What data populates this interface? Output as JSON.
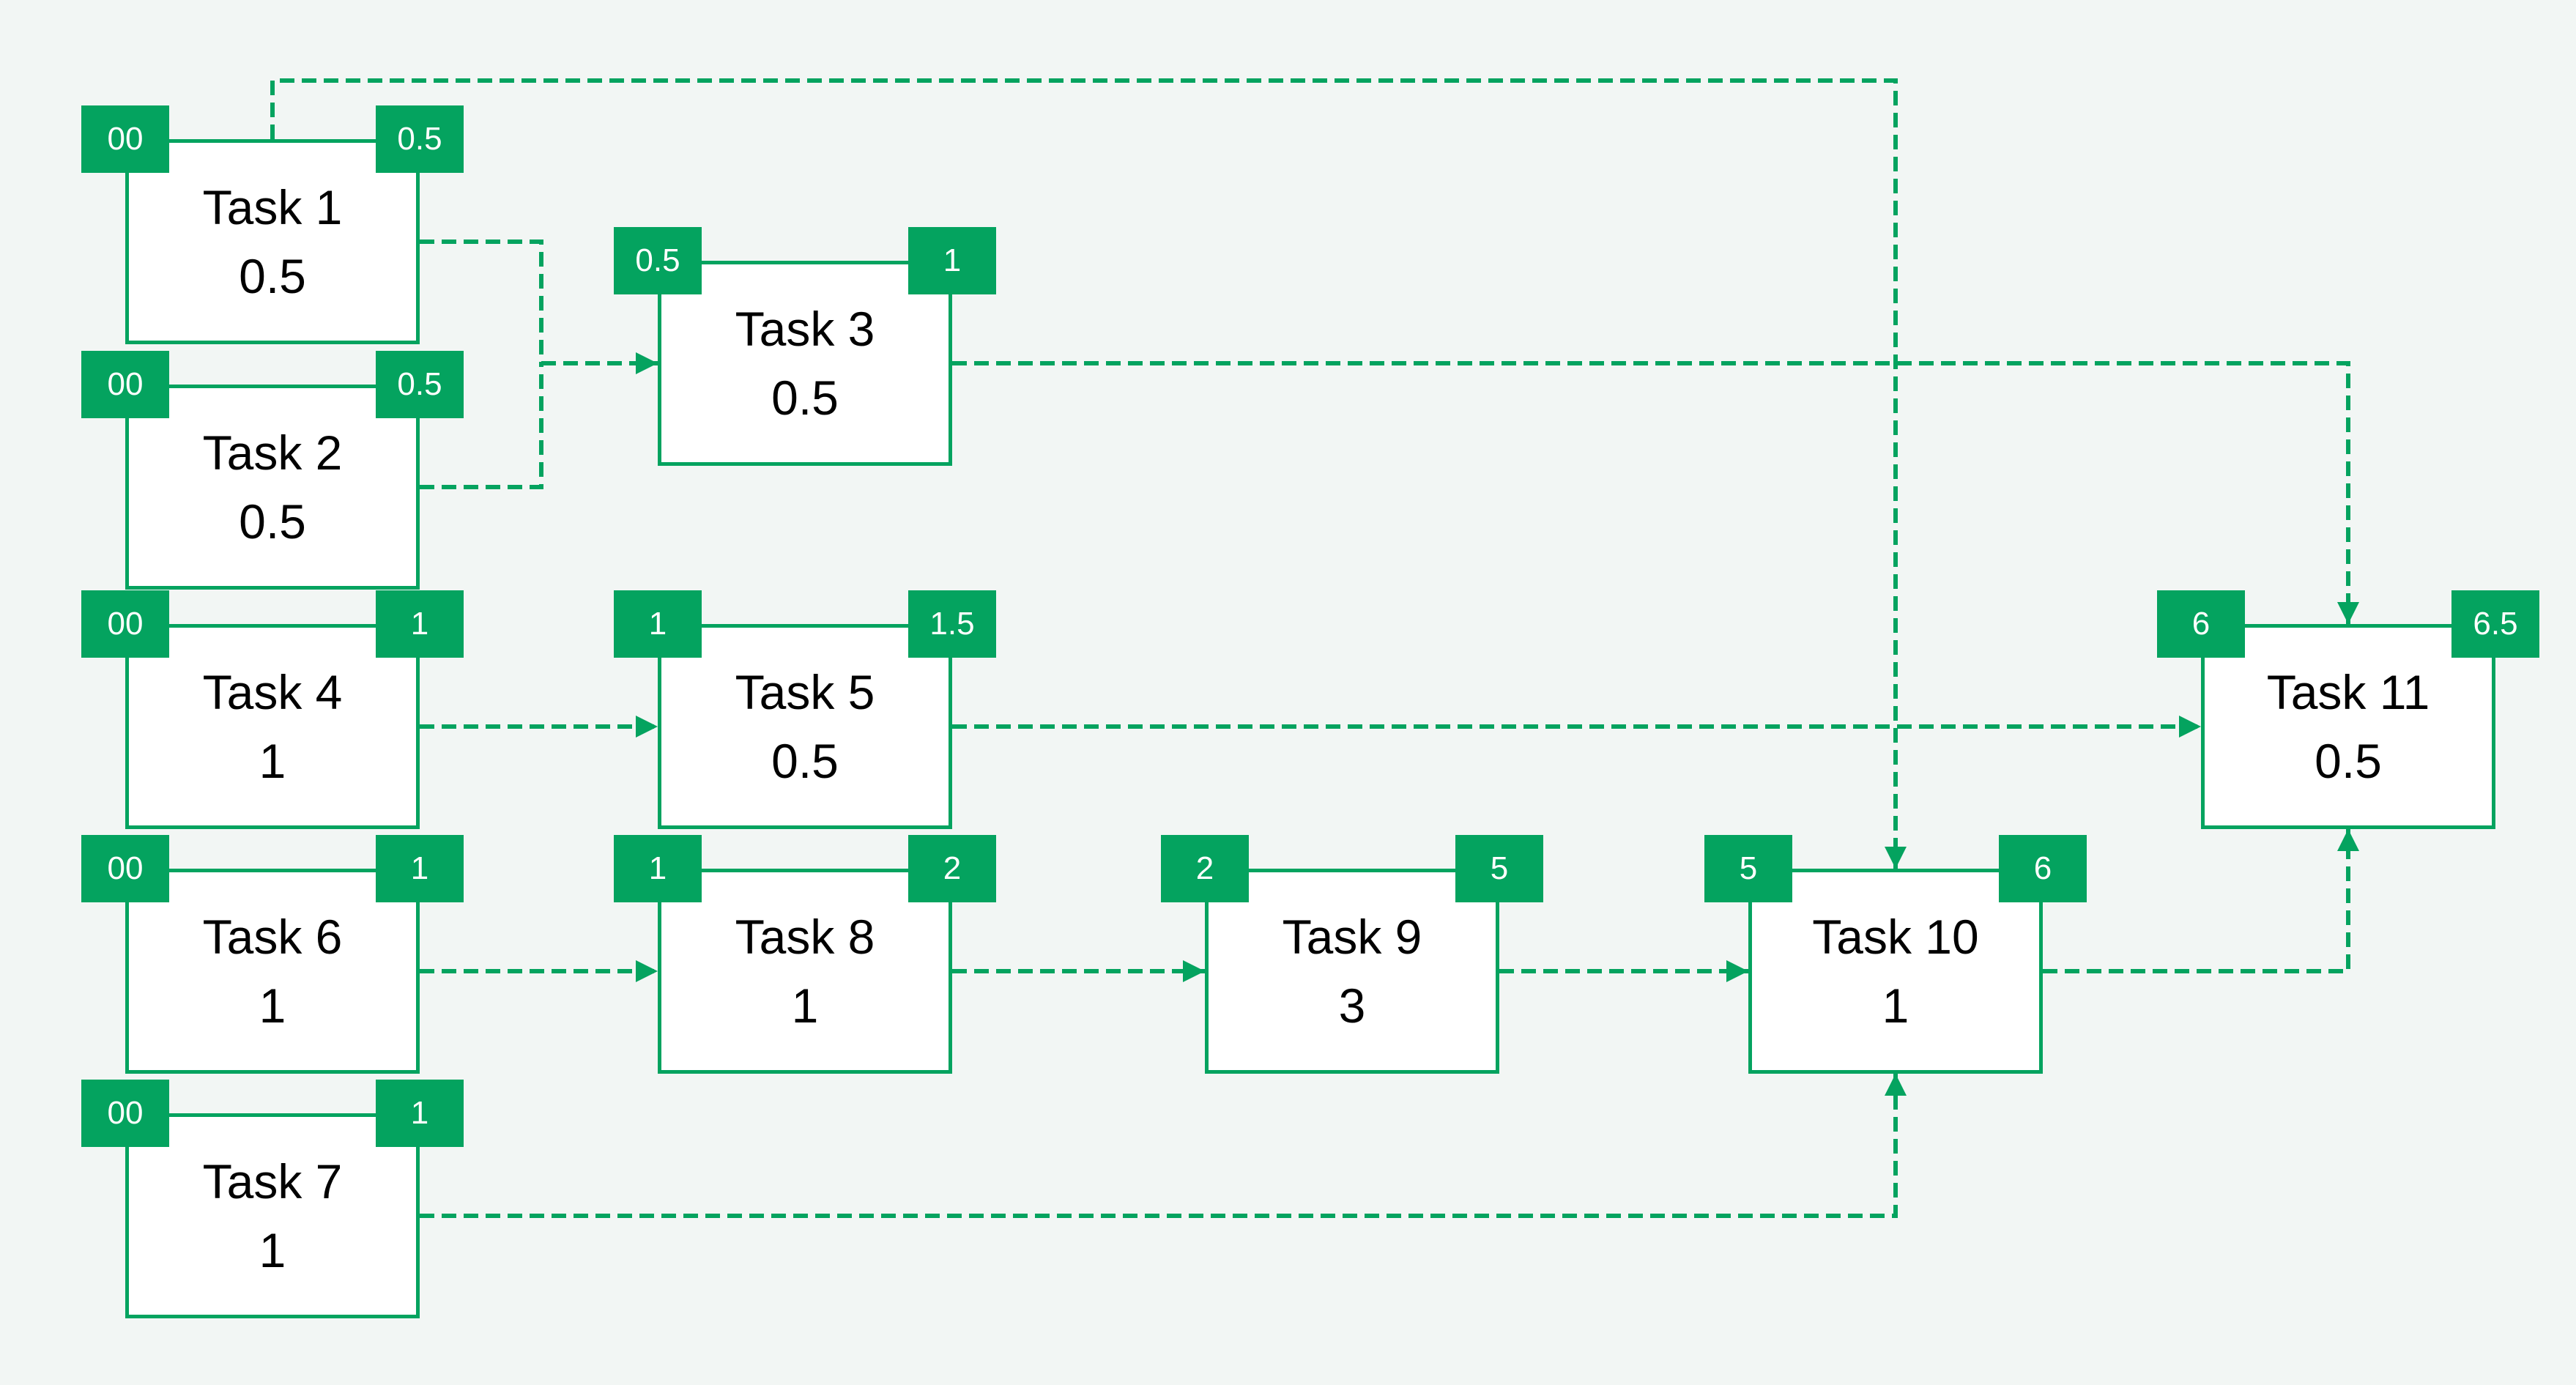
{
  "colors": {
    "accent": "#04A35F",
    "background": "#F2F6F4",
    "node_fill": "#FFFFFF",
    "node_text": "#000000",
    "badge_text": "#FFFFFF"
  },
  "diagram": {
    "nodes": [
      {
        "id": "task1",
        "label": "Task 1",
        "duration": "0.5",
        "early_start": "00",
        "early_finish": "0.5"
      },
      {
        "id": "task2",
        "label": "Task 2",
        "duration": "0.5",
        "early_start": "00",
        "early_finish": "0.5"
      },
      {
        "id": "task3",
        "label": "Task 3",
        "duration": "0.5",
        "early_start": "0.5",
        "early_finish": "1"
      },
      {
        "id": "task4",
        "label": "Task 4",
        "duration": "1",
        "early_start": "00",
        "early_finish": "1"
      },
      {
        "id": "task5",
        "label": "Task 5",
        "duration": "0.5",
        "early_start": "1",
        "early_finish": "1.5"
      },
      {
        "id": "task6",
        "label": "Task 6",
        "duration": "1",
        "early_start": "00",
        "early_finish": "1"
      },
      {
        "id": "task7",
        "label": "Task 7",
        "duration": "1",
        "early_start": "00",
        "early_finish": "1"
      },
      {
        "id": "task8",
        "label": "Task 8",
        "duration": "1",
        "early_start": "1",
        "early_finish": "2"
      },
      {
        "id": "task9",
        "label": "Task 9",
        "duration": "3",
        "early_start": "2",
        "early_finish": "5"
      },
      {
        "id": "task10",
        "label": "Task 10",
        "duration": "1",
        "early_start": "5",
        "early_finish": "6"
      },
      {
        "id": "task11",
        "label": "Task 11",
        "duration": "0.5",
        "early_start": "6",
        "early_finish": "6.5"
      }
    ],
    "edges": [
      {
        "from": "task1",
        "to": "task10"
      },
      {
        "from": "task1",
        "to": "task3"
      },
      {
        "from": "task2",
        "to": "task3"
      },
      {
        "from": "task3",
        "to": "task11"
      },
      {
        "from": "task4",
        "to": "task5"
      },
      {
        "from": "task5",
        "to": "task11"
      },
      {
        "from": "task6",
        "to": "task8"
      },
      {
        "from": "task8",
        "to": "task9"
      },
      {
        "from": "task9",
        "to": "task10"
      },
      {
        "from": "task10",
        "to": "task11"
      },
      {
        "from": "task7",
        "to": "task10"
      }
    ]
  }
}
